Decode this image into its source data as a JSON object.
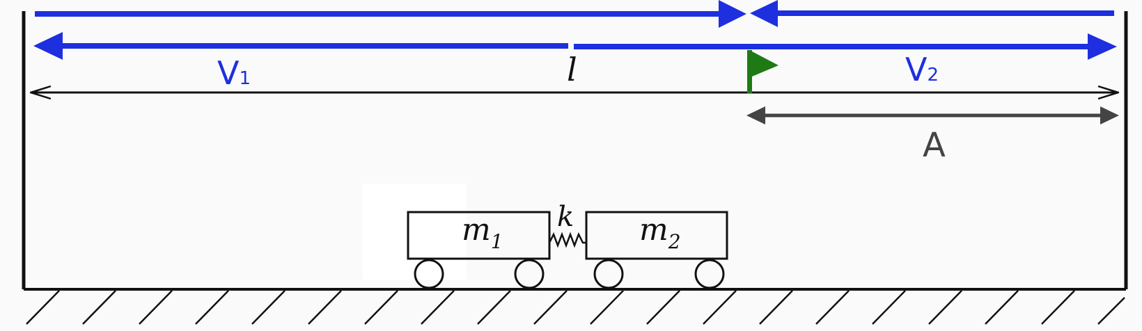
{
  "labels": {
    "v1": "V",
    "v1_sub": "1",
    "v2": "V",
    "v2_sub": "2",
    "length": "l",
    "a": "A",
    "m1": "m",
    "m1_sub": "1",
    "m2": "m",
    "m2_sub": "2",
    "spring": "k"
  },
  "colors": {
    "velocity_arrows": "#1e2fe0",
    "flag": "#1f7a16",
    "dimension_line": "#111111",
    "a_arrow": "#444444",
    "background": "#fafafa"
  },
  "icons": {
    "marker": "flag-icon",
    "connector": "spring-icon"
  }
}
